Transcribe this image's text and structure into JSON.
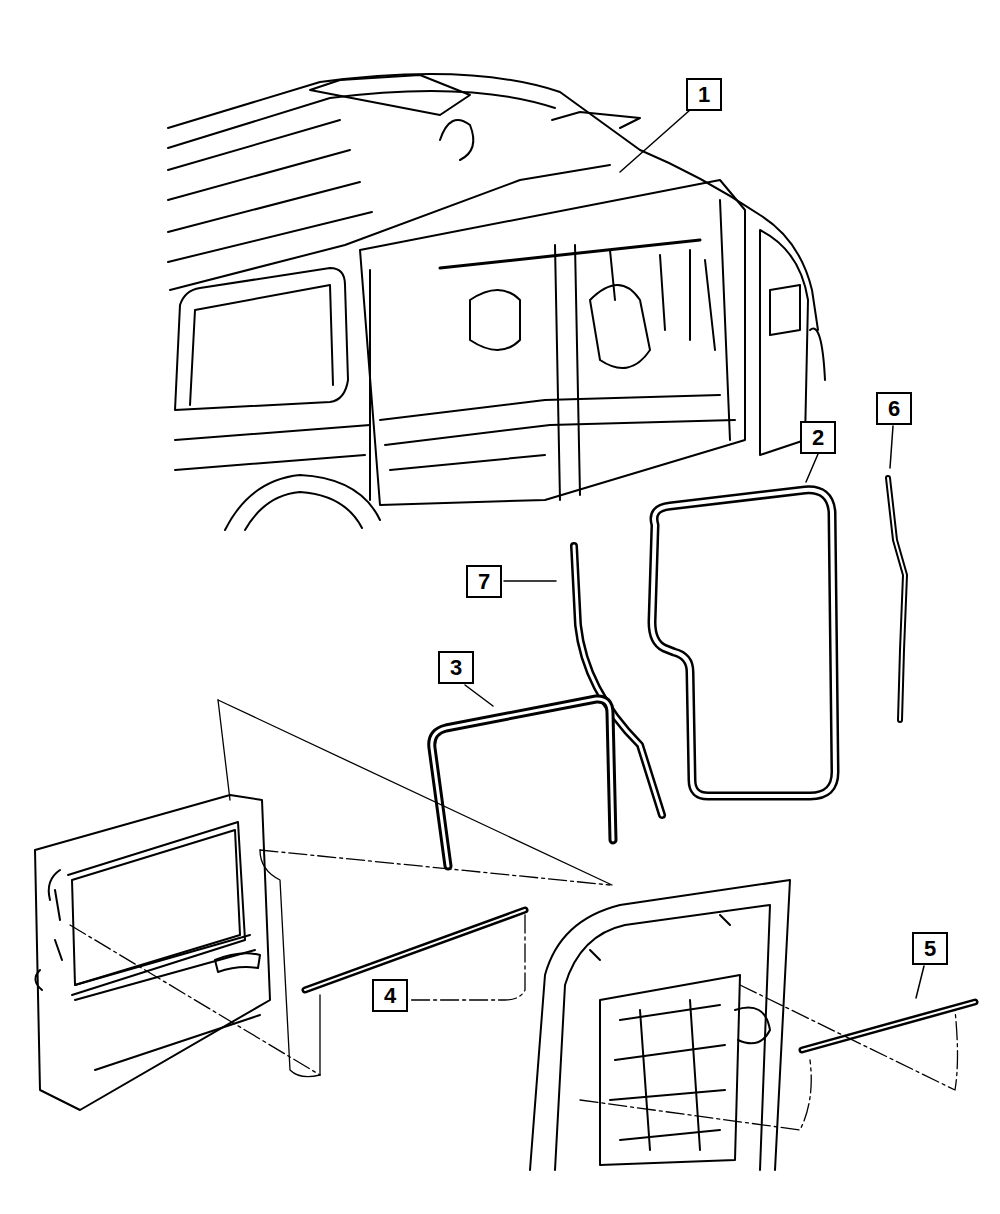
{
  "diagram": {
    "labels": [
      "1",
      "6",
      "2",
      "7",
      "3",
      "5",
      "4"
    ]
  }
}
